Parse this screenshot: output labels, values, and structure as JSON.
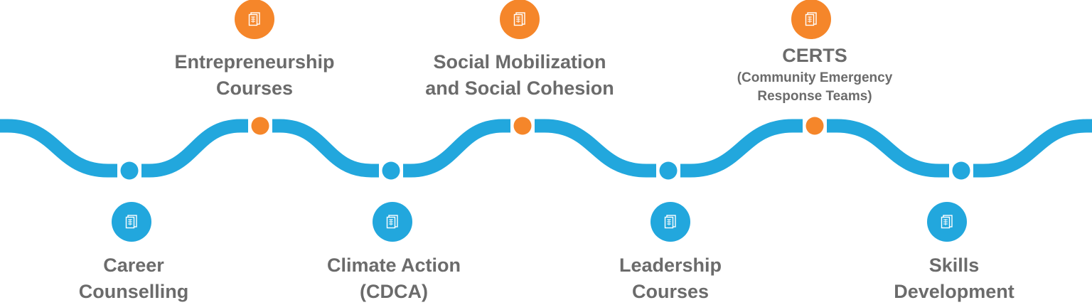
{
  "colors": {
    "blue": "#22a7dd",
    "orange": "#f5862a",
    "text": "#6b6b6b"
  },
  "milestones": [
    {
      "title": "Career",
      "title2": "Counselling",
      "position": "bottom",
      "icon": "document-icon"
    },
    {
      "title": "Entrepreneurship",
      "title2": "Courses",
      "position": "top",
      "icon": "document-icon"
    },
    {
      "title": "Climate Action",
      "title2": "(CDCA)",
      "position": "bottom",
      "icon": "document-icon"
    },
    {
      "title": "Social Mobilization",
      "title2": "and Social Cohesion",
      "position": "top",
      "icon": "document-icon"
    },
    {
      "title": "Leadership",
      "title2": "Courses",
      "position": "bottom",
      "icon": "document-icon"
    },
    {
      "title": "CERTS",
      "subtitle": "(Community Emergency",
      "subtitle2": "Response Teams)",
      "position": "top",
      "icon": "document-icon"
    },
    {
      "title": "Skills",
      "title2": "Development",
      "position": "bottom",
      "icon": "document-icon"
    }
  ]
}
